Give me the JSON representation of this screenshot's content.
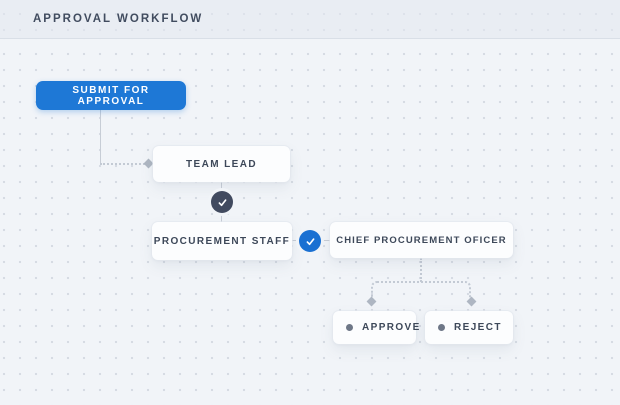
{
  "header": {
    "title": "APPROVAL WORKFLOW"
  },
  "nodes": {
    "submit": {
      "label": "SUBMIT FOR APPROVAL"
    },
    "team_lead": {
      "label": "TEAM LEAD"
    },
    "procurement_staff": {
      "label": "PROCUREMENT STAFF"
    },
    "chief_procurement_officer": {
      "label": "CHIEF PROCUREMENT OFICER"
    },
    "approve": {
      "label": "APPROVE"
    },
    "reject": {
      "label": "REJECT"
    }
  },
  "icons": {
    "approved_step": "check-icon",
    "current_step": "check-icon"
  },
  "colors": {
    "accent_blue": "#1e78d6",
    "approved_step_dark": "#414a5f",
    "current_step_blue": "#1a70d2",
    "connector_gray": "#c7cdd6",
    "canvas_bg": "#f1f4f8",
    "header_bg": "#e9edf3"
  }
}
